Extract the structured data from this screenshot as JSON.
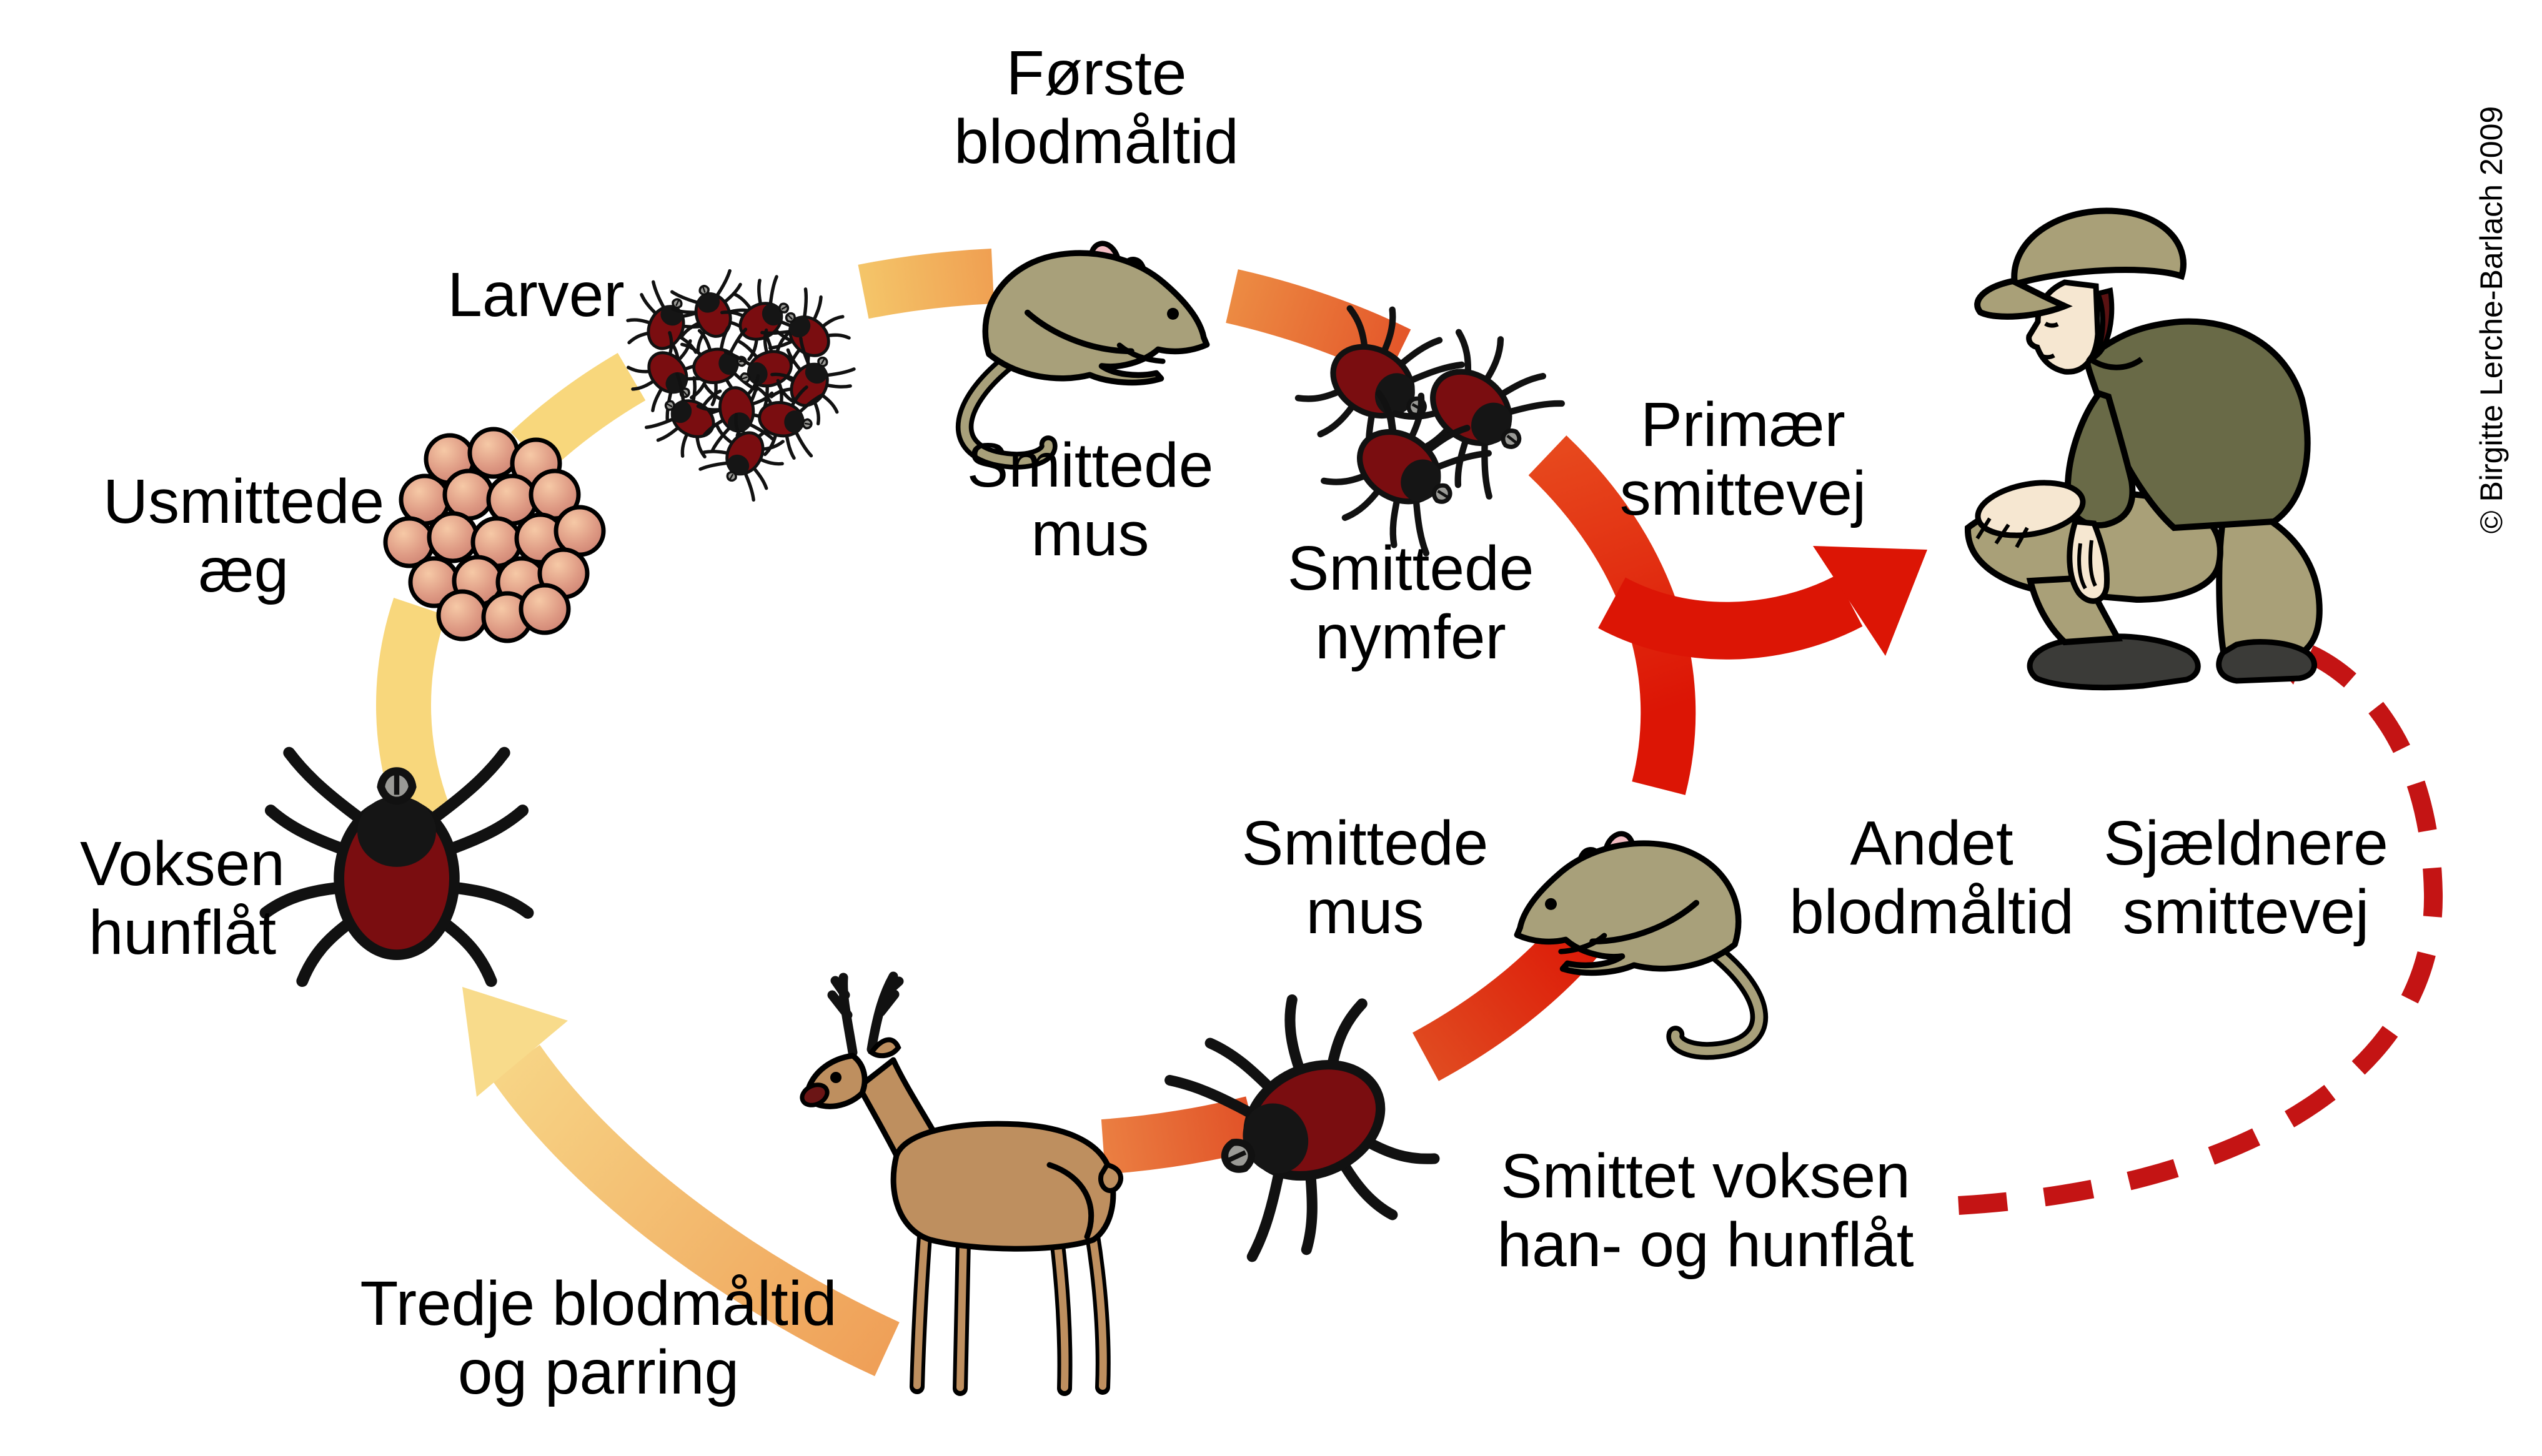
{
  "diagram": {
    "type": "tick-life-cycle",
    "language": "da",
    "labels": {
      "larver": {
        "line1": "Larver",
        "line2": ""
      },
      "forste_blodmaltid": {
        "line1": "Første",
        "line2": "blodmåltid"
      },
      "usmittede_aeg": {
        "line1": "Usmittede",
        "line2": "æg"
      },
      "voksen_hunflat": {
        "line1": "Voksen",
        "line2": "hunflåt"
      },
      "smittede_mus_1": {
        "line1": "Smittede",
        "line2": "mus"
      },
      "smittede_nymfer": {
        "line1": "Smittede",
        "line2": "nymfer"
      },
      "primaer_smittevej": {
        "line1": "Primær",
        "line2": "smittevej"
      },
      "smittede_mus_2": {
        "line1": "Smittede",
        "line2": "mus"
      },
      "andet_blodmaltid": {
        "line1": "Andet",
        "line2": "blodmåltid"
      },
      "sjaeldnere_smittevej": {
        "line1": "Sjældnere",
        "line2": "smittevej"
      },
      "smittet_voksen": {
        "line1": "Smittet voksen",
        "line2": "han- og hunflåt"
      },
      "tredje_blodmaltid": {
        "line1": "Tredje blodmåltid",
        "line2": "og parring"
      }
    },
    "copyright": "© Birgitte Lerche-Barlach 2009",
    "colors": {
      "cycle_yellow": "#F8D77C",
      "cycle_orange": "#F0A052",
      "cycle_deep_orange": "#E4572A",
      "cycle_red": "#DC1505",
      "dashed_arrow_red": "#C41414",
      "egg_pink": "#D98F7E",
      "tick_body_dark_red": "#7A0D10",
      "nymph_body_red": "#A81510",
      "mouse_brown": "#A8A07A",
      "deer_brown": "#BE8F5F",
      "jacket_olive": "#696A47",
      "khaki": "#A9A078",
      "skin": "#F6E7D1",
      "background": "#FFFFFF"
    },
    "figures": [
      "egg-cluster",
      "larvae-cluster",
      "infected-mouse-first",
      "nymph-ticks",
      "crouching-person",
      "infected-mouse-second",
      "adult-tick-bottom",
      "deer",
      "adult-female-tick",
      "primary-route-arrow",
      "rare-route-dashed-arrow",
      "cycle-arcs",
      "return-arrow"
    ]
  }
}
